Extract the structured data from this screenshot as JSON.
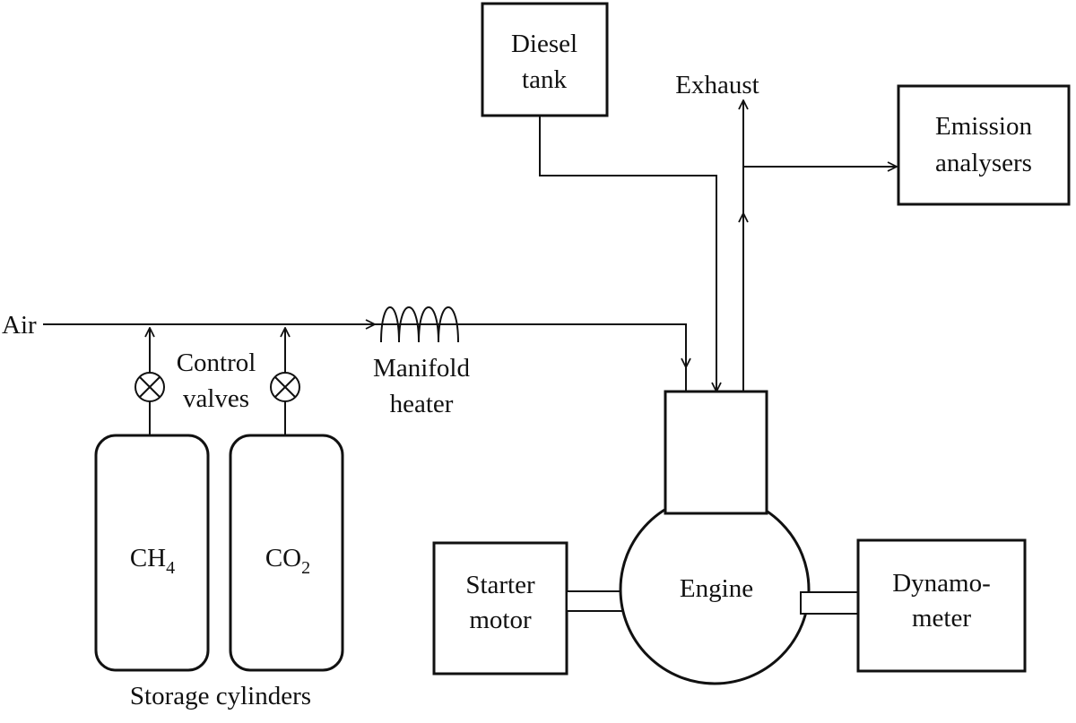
{
  "diagram": {
    "diesel_tank": {
      "line1": "Diesel",
      "line2": "tank"
    },
    "exhaust": "Exhaust",
    "emission_analysers": {
      "line1": "Emission",
      "line2": "analysers"
    },
    "air": "Air",
    "control_valves": {
      "line1": "Control",
      "line2": "valves"
    },
    "manifold_heater": {
      "line1": "Manifold",
      "line2": "heater"
    },
    "cylinder_ch4": {
      "base": "CH",
      "sub": "4"
    },
    "cylinder_co2": {
      "base": "CO",
      "sub": "2"
    },
    "storage_cylinders": "Storage cylinders",
    "starter_motor": {
      "line1": "Starter",
      "line2": "motor"
    },
    "engine": "Engine",
    "dynamometer": {
      "line1": "Dynamo-",
      "line2": "meter"
    }
  }
}
